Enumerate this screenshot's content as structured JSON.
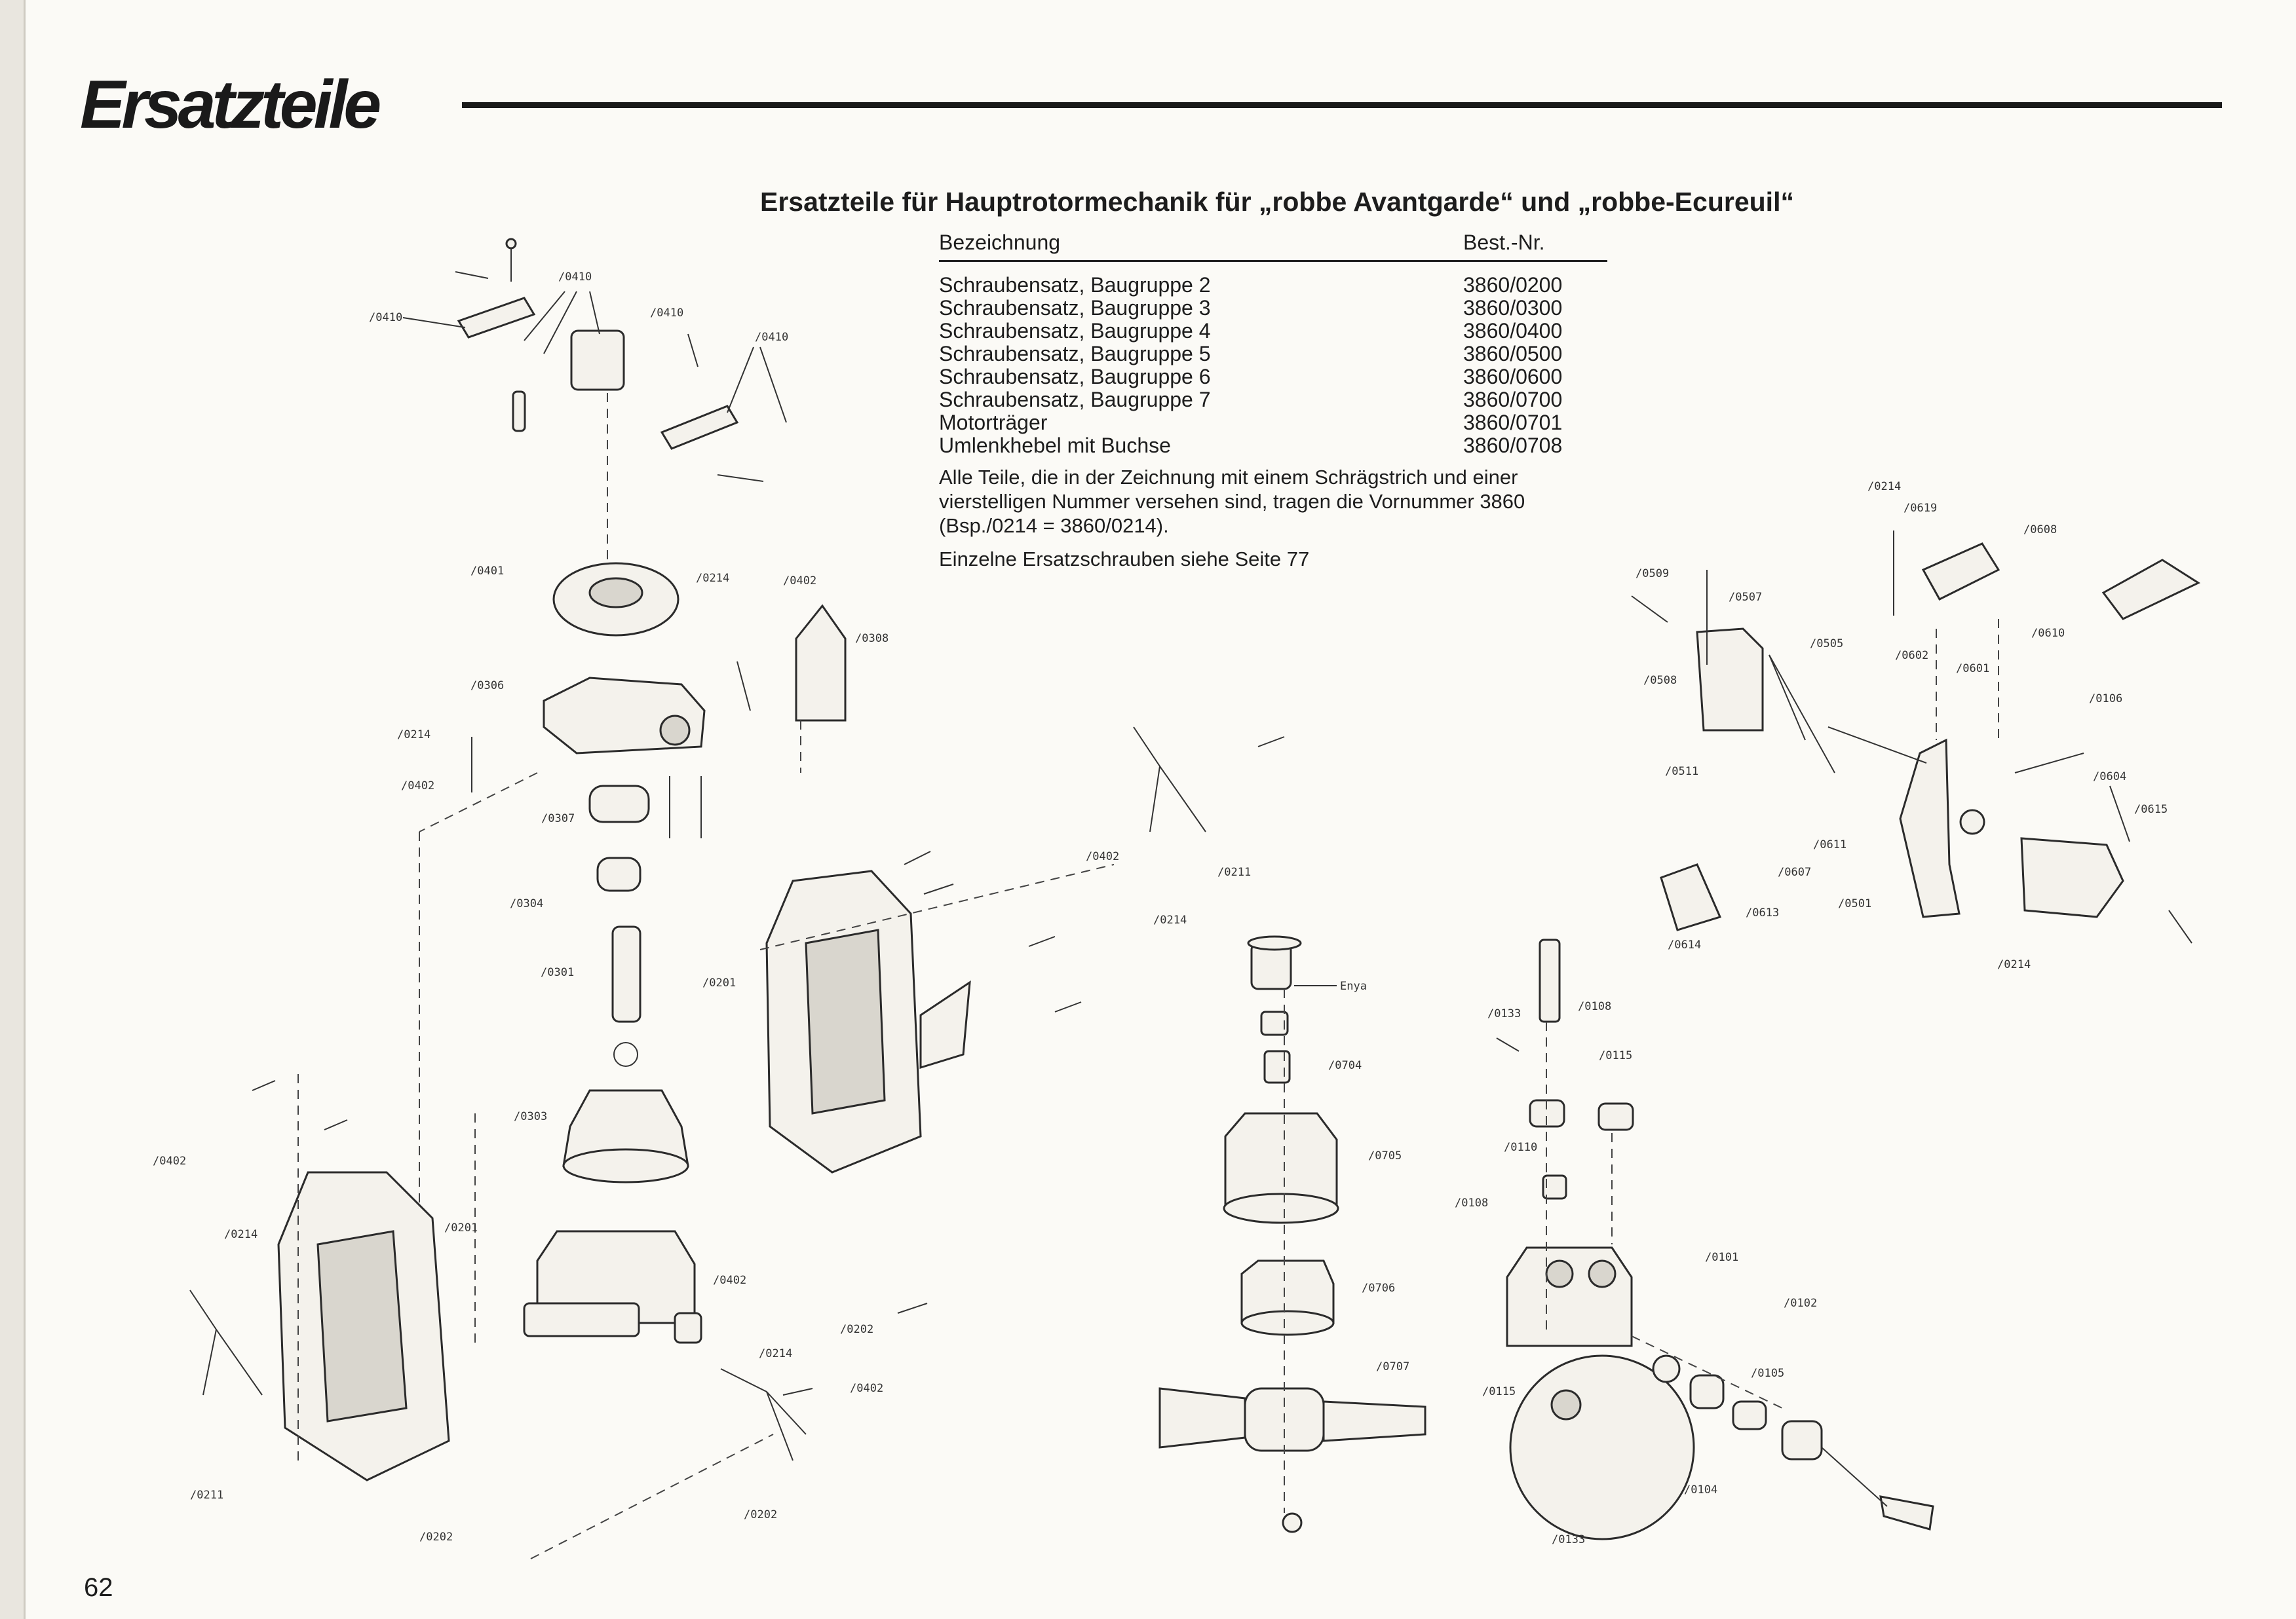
{
  "header": {
    "title": "Ersatzteile"
  },
  "section": {
    "title": "Ersatzteile für Hauptrotormechanik für „robbe Avantgarde“ und „robbe-Ecureuil“"
  },
  "table": {
    "col_name": "Bezeichnung",
    "col_number": "Best.-Nr.",
    "rows": [
      {
        "name": "Schraubensatz, Baugruppe 2",
        "number": "3860/0200"
      },
      {
        "name": "Schraubensatz, Baugruppe 3",
        "number": "3860/0300"
      },
      {
        "name": "Schraubensatz, Baugruppe 4",
        "number": "3860/0400"
      },
      {
        "name": "Schraubensatz, Baugruppe 5",
        "number": "3860/0500"
      },
      {
        "name": "Schraubensatz, Baugruppe 6",
        "number": "3860/0600"
      },
      {
        "name": "Schraubensatz, Baugruppe 7",
        "number": "3860/0700"
      },
      {
        "name": "Motorträger",
        "number": "3860/0701"
      },
      {
        "name": "Umlenkhebel mit Buchse",
        "number": "3860/0708"
      }
    ]
  },
  "note": "Alle Teile, die in der Zeichnung mit einem Schrägstrich und einer vierstelligen Nummer versehen sind, tragen die Vornummer 3860 (Bsp./0214 = 3860/0214).",
  "note2": "Einzelne Ersatzschrauben siehe Seite 77",
  "page_number": "62",
  "labels": {
    "p0410a": "/0410",
    "p0410b": "/0410",
    "p0410c": "/0410",
    "p0410d": "/0410",
    "p0401": "/0401",
    "p0214a": "/0214",
    "p0402a": "/0402",
    "p0308": "/0308",
    "p0306": "/0306",
    "p0214b": "/0214",
    "p0402b": "/0402",
    "p0307": "/0307",
    "p0304": "/0304",
    "p0301": "/0301",
    "p0303": "/0303",
    "p0201a": "/0201",
    "p0402c": "/0402",
    "p0211a": "/0211",
    "p0214c": "/0214",
    "p0402d": "/0402",
    "p0214d": "/0214",
    "p0201b": "/0201",
    "p0211b": "/0211",
    "p0202a": "/0202",
    "p0402e": "/0402",
    "p0214e": "/0214",
    "p0202b": "/0202",
    "p0402f": "/0402",
    "p0202c": "/0202",
    "enya": "Enya",
    "p0704": "/0704",
    "p0705": "/0705",
    "p0706": "/0706",
    "p0707": "/0707",
    "p0133a": "/0133",
    "p0108a": "/0108",
    "p0115a": "/0115",
    "p0110": "/0110",
    "p0108b": "/0108",
    "p0101": "/0101",
    "p0102": "/0102",
    "p0105": "/0105",
    "p0115b": "/0115",
    "p0104": "/0104",
    "p0133b": "/0133",
    "p0214f": "/0214",
    "p0619": "/0619",
    "p0608": "/0608",
    "p0509": "/0509",
    "p0507": "/0507",
    "p0505": "/0505",
    "p0602": "/0602",
    "p0610": "/0610",
    "p0601": "/0601",
    "p0106": "/0106",
    "p0508": "/0508",
    "p0511": "/0511",
    "p0604": "/0604",
    "p0615": "/0615",
    "p0611": "/0611",
    "p0607": "/0607",
    "p0613": "/0613",
    "p0501": "/0501",
    "p0614": "/0614",
    "p0214g": "/0214"
  }
}
